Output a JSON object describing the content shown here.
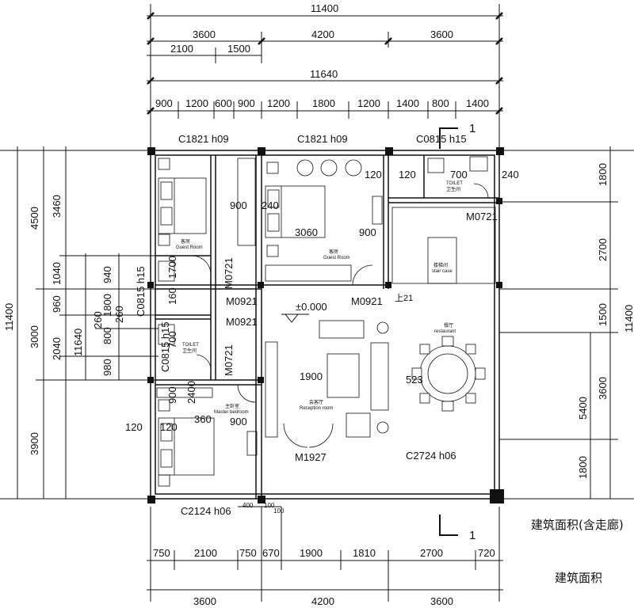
{
  "dims_top": {
    "total_outer": "11400",
    "row1": [
      "3600",
      "4200",
      "3600"
    ],
    "row2": [
      "2100",
      "1500"
    ],
    "total_inner": "11640",
    "row4": [
      "900",
      "1200",
      "600",
      "900",
      "1200",
      "1800",
      "1200",
      "1400",
      "800",
      "1400"
    ]
  },
  "dims_bottom": {
    "row1": [
      "750",
      "2100",
      "750",
      "670",
      "1900",
      "1810",
      "2700",
      "720"
    ],
    "row2": [
      "3600",
      "4200",
      "3600"
    ],
    "small": [
      "400",
      "100",
      "100"
    ]
  },
  "dims_left": {
    "outer_total": "11400",
    "inner_total": "11640",
    "col_a": [
      "4500",
      "3000",
      "3900"
    ],
    "col_b": [
      "3460",
      "1040",
      "960",
      "2040"
    ],
    "col_c": [
      "940",
      "1800",
      "800",
      "980"
    ],
    "col_d": [
      "260",
      "260"
    ]
  },
  "dims_right": {
    "total": "11400",
    "col_a": [
      "1800",
      "2700",
      "1500",
      "3600",
      "1800"
    ],
    "col_b": "5400"
  },
  "windows": {
    "w1": "C1821 h09",
    "w2": "C1821 h09",
    "w3": "C0815 h15",
    "w4": "C2124 h06",
    "w5": "C2724 h06",
    "w6": "C0815 h15",
    "w7": "C0815 h15"
  },
  "doors": {
    "d1": "M0921",
    "d2": "M0921",
    "d3": "M0921",
    "d4": "M0721",
    "d5": "M0721",
    "d6": "M0721",
    "d7": "M1927"
  },
  "rooms": {
    "guest1_cn": "客房",
    "guest1_en": "Guest Room",
    "guest2_cn": "客房",
    "guest2_en": "Guest Room",
    "master_cn": "主卧室",
    "master_en": "Master bedroom",
    "toilet1_en": "TOILET",
    "toilet1_cn": "卫生间",
    "toilet2_en": "TOILET",
    "toilet2_cn": "卫生间",
    "stair_cn": "楼梯间",
    "stair_en": "stair case",
    "restaurant_cn": "餐厅",
    "restaurant_en": "restaurant",
    "reception_cn": "会客厅",
    "reception_en": "Reception room"
  },
  "inner_dims": {
    "a": "900",
    "b": "240",
    "c": "3060",
    "d": "900",
    "e": "120",
    "f": "120",
    "g": "700",
    "h": "240",
    "i": "1900",
    "j": "360",
    "k": "900",
    "l": "120",
    "m": "120",
    "n": "160",
    "o": "700",
    "p": "523",
    "q": "900",
    "r": "1700",
    "s": "2400"
  },
  "elevation": "±0.000",
  "stair_up": "上21",
  "section_mark": "1",
  "area_label_1": "建筑面积(含走廊)",
  "area_label_2": "建筑面积"
}
